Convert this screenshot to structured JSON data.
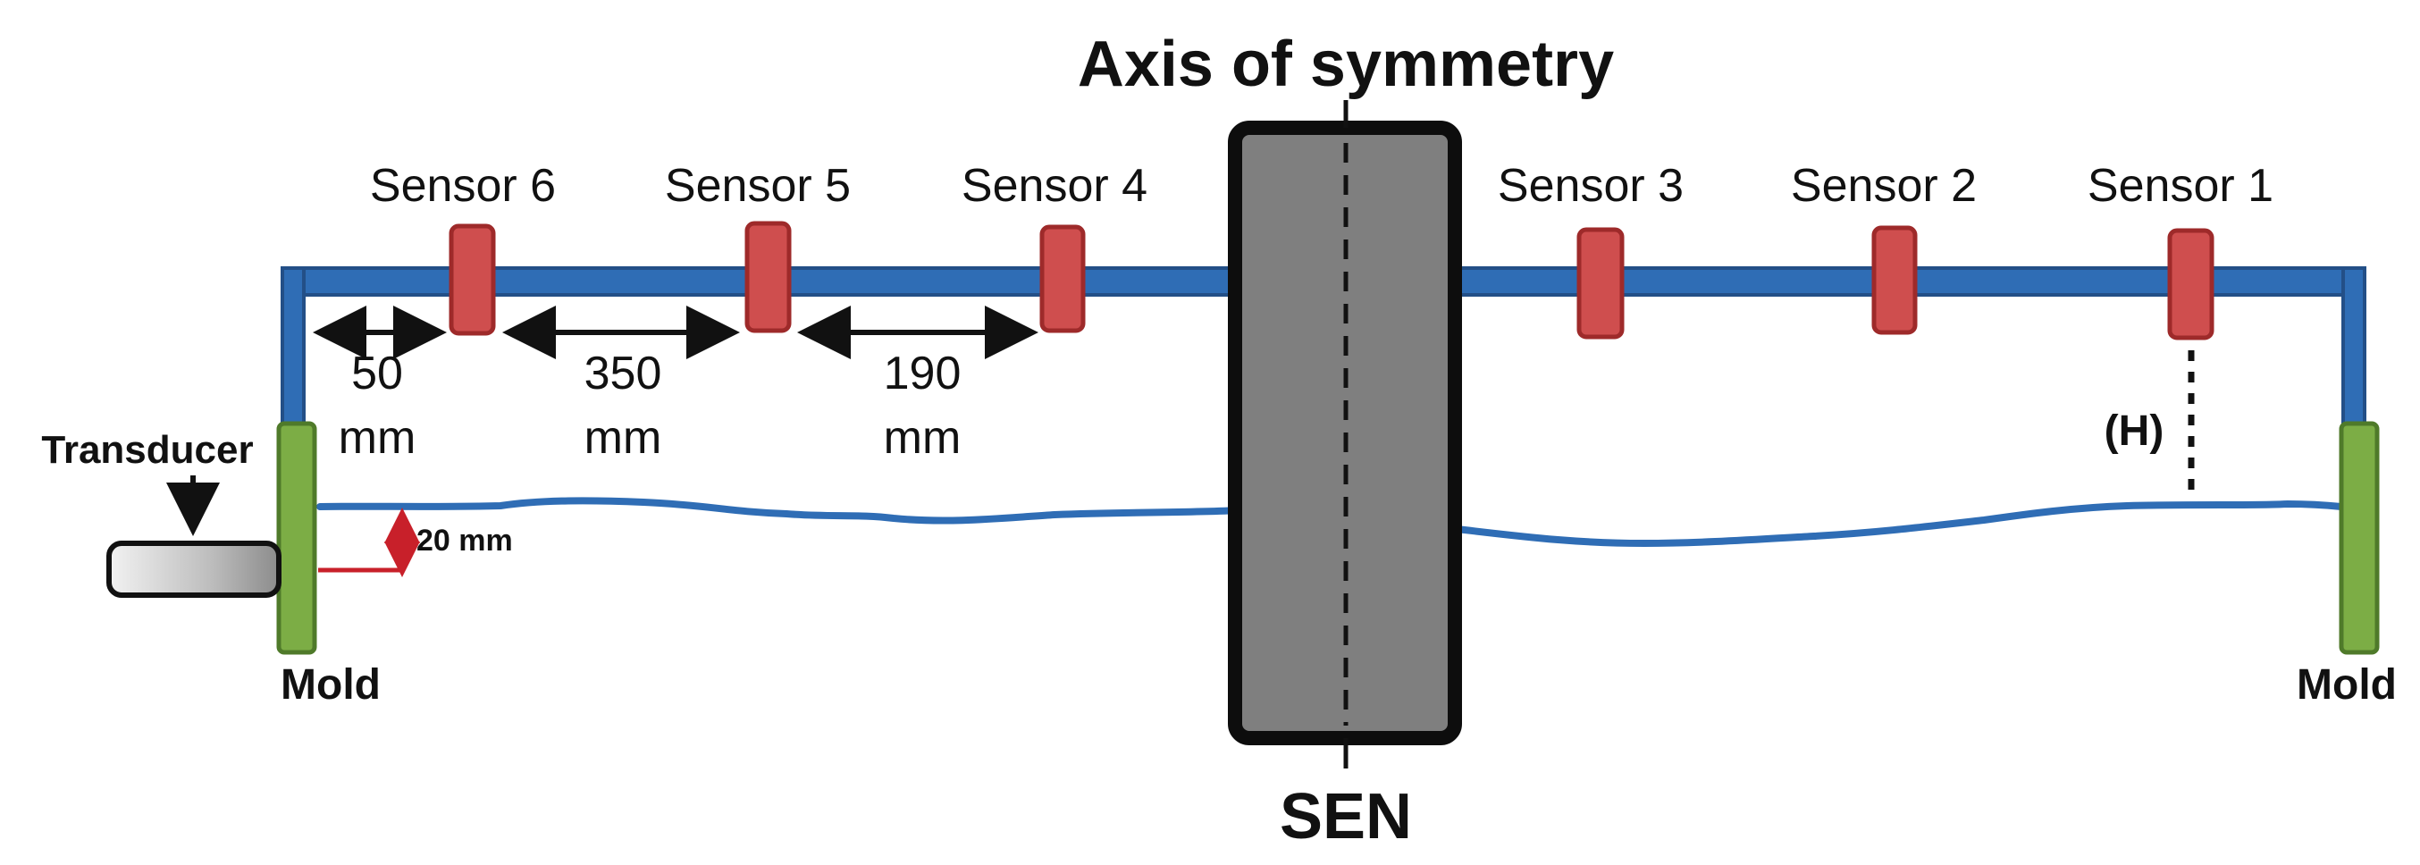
{
  "labels": {
    "axis_title": "Axis of symmetry",
    "sen": "SEN",
    "transducer": "Transducer",
    "mold_left": "Mold",
    "mold_right": "Mold",
    "height_marker": "(H)",
    "offset_20mm": "20 mm"
  },
  "sensors": [
    {
      "label": "Sensor 6"
    },
    {
      "label": "Sensor 5"
    },
    {
      "label": "Sensor 4"
    },
    {
      "label": "Sensor 3"
    },
    {
      "label": "Sensor 2"
    },
    {
      "label": "Sensor 1"
    }
  ],
  "distances": [
    {
      "value": "50",
      "unit": "mm"
    },
    {
      "value": "350",
      "unit": "mm"
    },
    {
      "value": "190",
      "unit": "mm"
    }
  ],
  "colors": {
    "frame_blue": "#2f6db5",
    "sensor_red": "#cf4e4e",
    "sensor_border": "#9e2a2a",
    "mold_green": "#7cad45",
    "mold_border": "#4f7a2a",
    "sen_fill": "#7f7f7f",
    "surface_blue": "#2f6db5",
    "offset_red": "#c8202a",
    "transducer_gray": "#c8c8c8"
  }
}
